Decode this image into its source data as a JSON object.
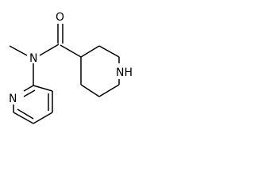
{
  "molecule": {
    "atoms": {
      "carbonyl_oxygen": "O",
      "amide_nitrogen": "N",
      "piperidine_nitrogen": "NH",
      "pyridine_nitrogen": "N"
    }
  }
}
